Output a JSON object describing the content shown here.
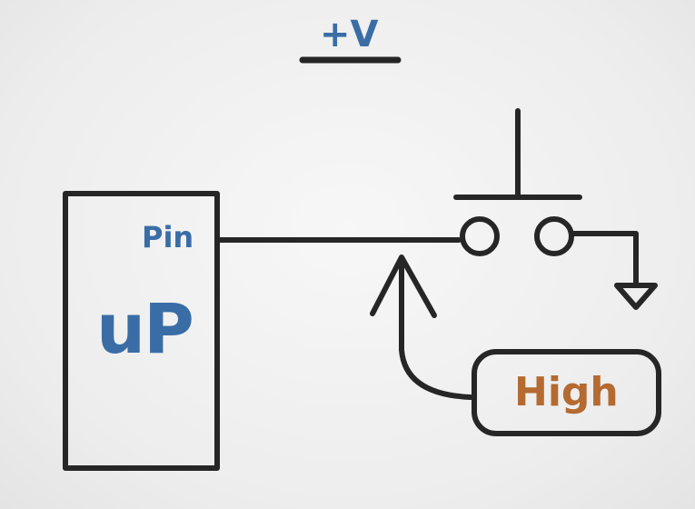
{
  "diagram": {
    "supply_label": "+V",
    "pin_label": "Pin",
    "chip_label": "uP",
    "state_label": "High"
  },
  "colors": {
    "ink": "#262626",
    "blue_text": "#3a6da6",
    "orange_text": "#b46a30",
    "background": "#efefef"
  }
}
